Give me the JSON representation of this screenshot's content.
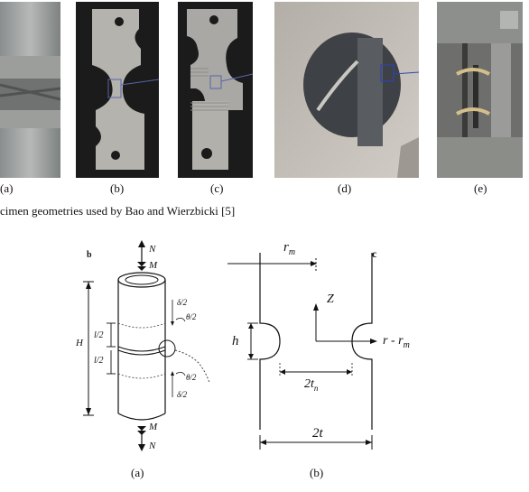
{
  "top_figure": {
    "panel_labels": [
      "(a)",
      "(b)",
      "(c)",
      "(d)",
      "(e)"
    ],
    "caption": "cimen geometries used by Bao and Wierzbicki [5]"
  },
  "bottom_figure": {
    "left": {
      "corner_label": "b",
      "forces": {
        "N_top": "N",
        "M_top": "M",
        "M_bottom": "M",
        "N_bottom": "N"
      },
      "dims": {
        "H": "H",
        "l2_top": "l/2",
        "l2_bottom": "l/2",
        "delta_top": "δ/2",
        "theta_top": "θ/2",
        "theta_bottom": "θ/2",
        "delta_bottom": "δ/2"
      },
      "label": "(a)"
    },
    "right": {
      "corner_label": "c",
      "rm": "r",
      "rm_sub": "m",
      "z": "Z",
      "h": "h",
      "r_minus_rm": "r - r",
      "r_minus_rm_sub": "m",
      "two_tn": "2t",
      "two_tn_sub": "n",
      "two_t": "2t",
      "label": "(b)"
    }
  }
}
